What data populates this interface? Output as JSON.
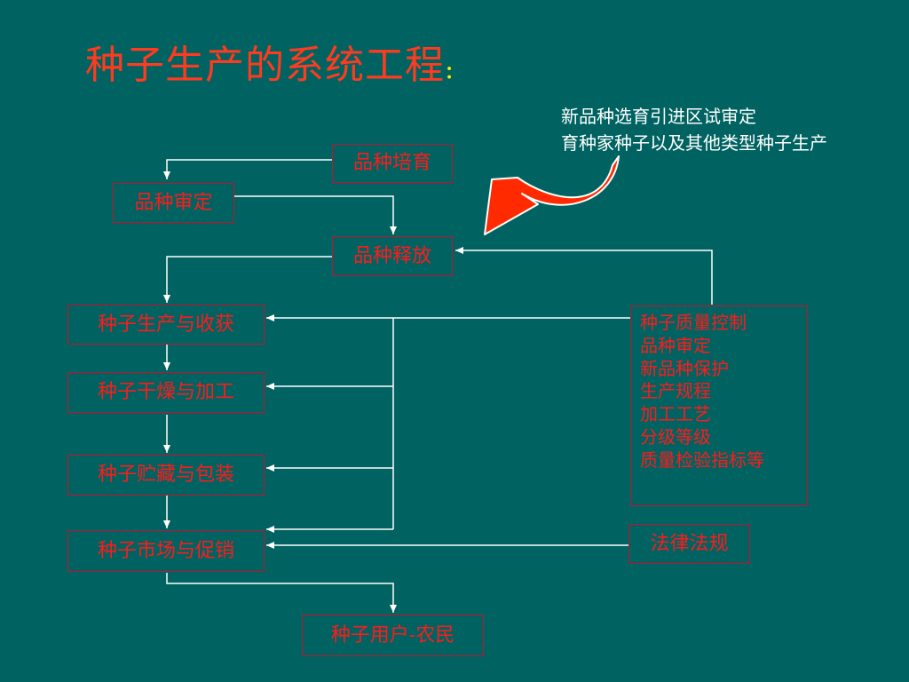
{
  "title": "种子生产的系统工程",
  "title_colon": ":",
  "note": {
    "line1": "新品种选育引进区试审定",
    "line2": "育种家种子以及其他类型种子生产"
  },
  "nodes": {
    "breeding": "品种培育",
    "approval": "品种审定",
    "release": "品种释放",
    "production": "种子生产与收获",
    "processing": "种子干燥与加工",
    "storage": "种子贮藏与包装",
    "market": "种子市场与促销",
    "users": "种子用户-农民",
    "law": "法律法规"
  },
  "quality_control": [
    "种子质量控制",
    "品种审定",
    "新品种保护",
    "生产规程",
    "加工工艺",
    "分级等级",
    "质量检验指标等"
  ],
  "colors": {
    "background": "#006361",
    "title": "#ff3b1f",
    "box_text": "#ff1a1a",
    "box_border": "#c8102e",
    "connector": "#ffffff",
    "curved_arrow": "#ff2a00"
  }
}
